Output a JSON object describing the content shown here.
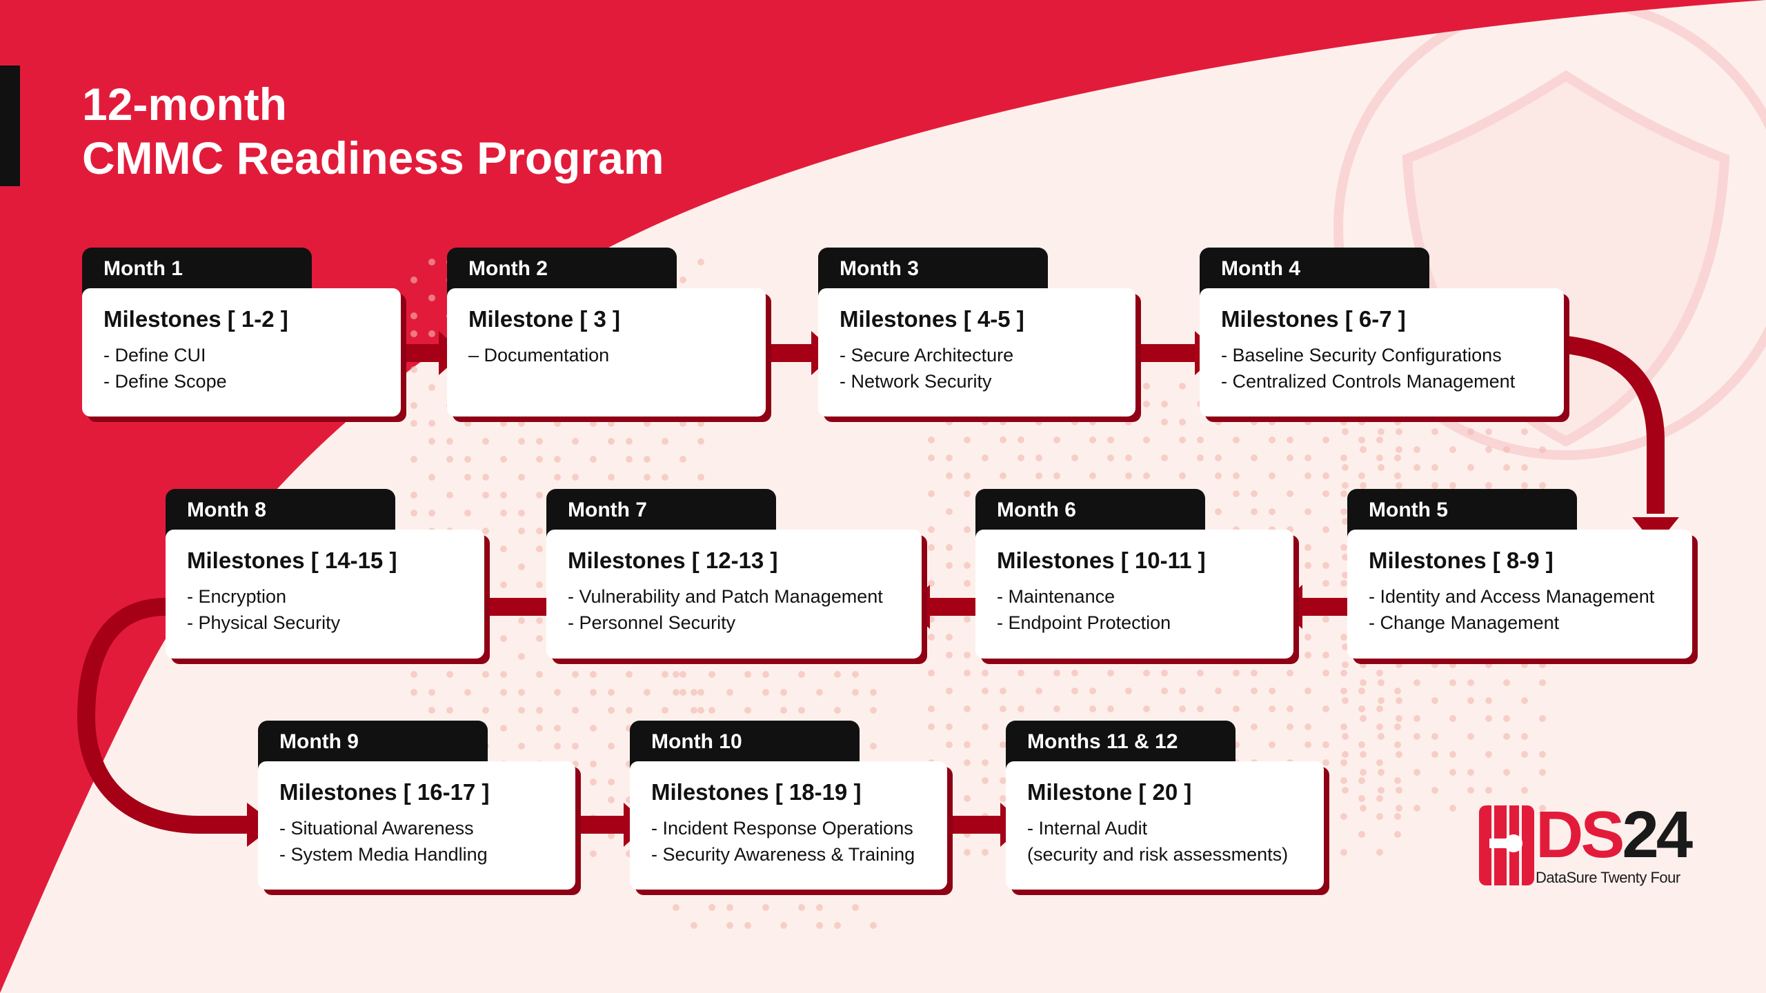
{
  "title": {
    "line1": "12-month",
    "line2": "CMMC Readiness Program"
  },
  "colors": {
    "red": "#e31b3b",
    "dark_red": "#a50016",
    "bg": "#fdf0ec",
    "black": "#111111"
  },
  "steps": [
    {
      "month": "Month 1",
      "heading": "Milestones [ 1-2 ]",
      "items": [
        "- Define CUI",
        "- Define Scope"
      ]
    },
    {
      "month": "Month 2",
      "heading": "Milestone [ 3 ]",
      "items": [
        "– Documentation"
      ]
    },
    {
      "month": "Month 3",
      "heading": "Milestones [ 4-5 ]",
      "items": [
        "- Secure Architecture",
        "- Network Security"
      ]
    },
    {
      "month": "Month 4",
      "heading": "Milestones [ 6-7 ]",
      "items": [
        "- Baseline Security Configurations",
        "- Centralized Controls Management"
      ]
    },
    {
      "month": "Month 5",
      "heading": "Milestones [ 8-9 ]",
      "items": [
        "- Identity and Access Management",
        "- Change Management"
      ]
    },
    {
      "month": "Month 6",
      "heading": "Milestones [ 10-11 ]",
      "items": [
        "- Maintenance",
        "- Endpoint Protection"
      ]
    },
    {
      "month": "Month 7",
      "heading": "Milestones [ 12-13 ]",
      "items": [
        "- Vulnerability and Patch Management",
        "- Personnel Security"
      ]
    },
    {
      "month": "Month 8",
      "heading": "Milestones [ 14-15 ]",
      "items": [
        "- Encryption",
        "- Physical Security"
      ]
    },
    {
      "month": "Month 9",
      "heading": "Milestones [ 16-17 ]",
      "items": [
        "- Situational Awareness",
        "- System Media Handling"
      ]
    },
    {
      "month": "Month 10",
      "heading": "Milestones [ 18-19 ]",
      "items": [
        "- Incident Response Operations",
        "- Security Awareness & Training"
      ]
    },
    {
      "month": "Months 11 & 12",
      "heading": "Milestone [ 20 ]",
      "items": [
        "- Internal Audit",
        "(security and risk assessments)"
      ]
    }
  ],
  "logo": {
    "mark_red": "DS",
    "mark_dark": "24",
    "tagline": "DataSure Twenty Four"
  }
}
